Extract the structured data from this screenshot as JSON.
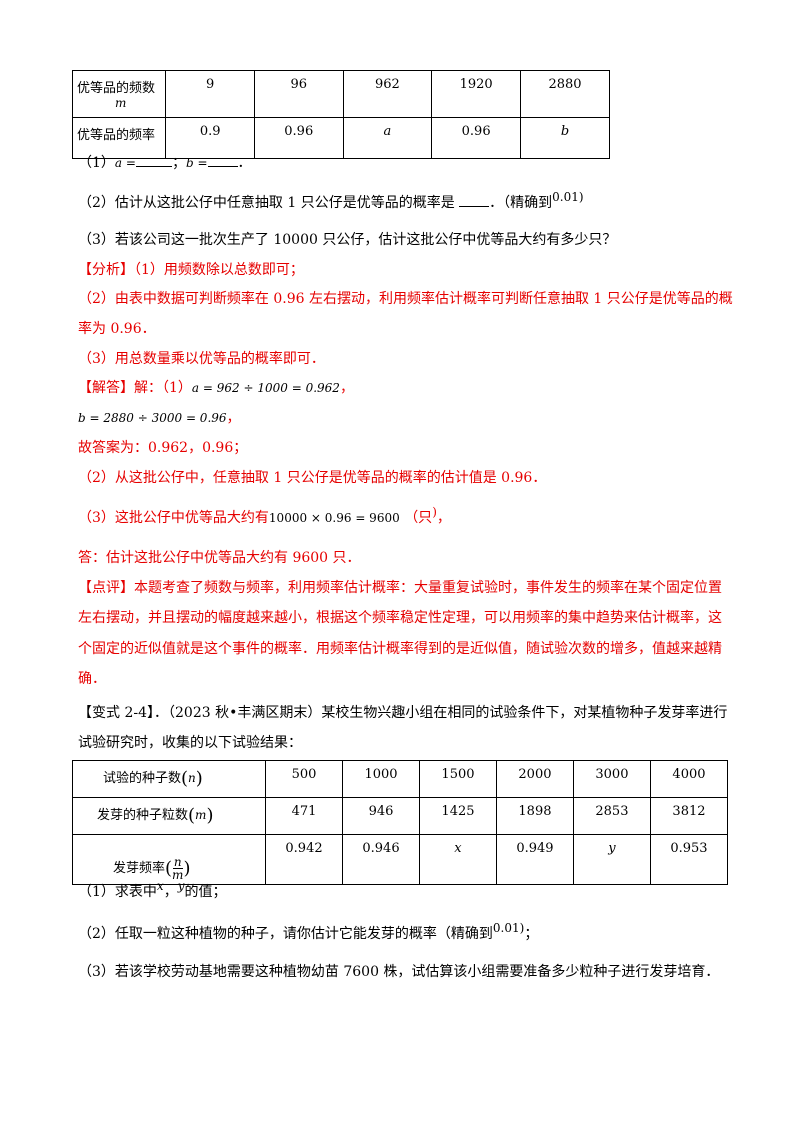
{
  "table1": {
    "rows": [
      {
        "label": "优等品的频数",
        "label_sub": "m",
        "cells": [
          "9",
          "96",
          "962",
          "1920",
          "2880"
        ]
      },
      {
        "label": "优等品的频率",
        "label_sub": "",
        "cells": [
          "0.9",
          "0.96",
          "a",
          "0.96",
          "b"
        ]
      }
    ]
  },
  "q1": {
    "num": "（1）",
    "a_eq": "a =",
    "sep": "；",
    "b_eq": "b =",
    "end": "．"
  },
  "q2": {
    "text": "（2）估计从这批公仔中任意抽取 1 只公仔是优等品的概率是",
    "end": "．（精确到",
    "precision": "0.01",
    "close": ")"
  },
  "q3": {
    "text": "（3）若该公司这一批次生产了 10000 只公仔，估计这批公仔中优等品大约有多少只？"
  },
  "analysis": {
    "tag": "【分析】",
    "line1": "（1）用频数除以总数即可；",
    "line2": "（2）由表中数据可判断频率在 0.96 左右摆动，利用频率估计概率可判断任意抽取 1 只公仔是优等品的概",
    "line3": "率为 0.96．",
    "line4": "（3）用总数量乘以优等品的概率即可．"
  },
  "solution": {
    "tag": "【解答】",
    "intro": "解：（1）",
    "eq_a": "a = 962 ÷ 1000 = 0.962",
    "comma1": "，",
    "eq_b": "b = 2880 ÷ 3000 = 0.96",
    "comma2": "，",
    "answer": "故答案为：0.962，0.96；",
    "part2": "（2）从这批公仔中，任意抽取 1 只公仔是优等品的概率的估计值是 0.96．",
    "part3_pre": "（3）这批公仔中优等品大约有",
    "part3_eq": "10000 × 0.96 = 9600",
    "part3_unit": "（只",
    "part3_close": ")",
    "part3_comma": "，",
    "final": "答：估计这批公仔中优等品大约有 9600 只．"
  },
  "comment": {
    "tag": "【点评】",
    "line1": "本题考查了频数与频率，利用频率估计概率：大量重复试验时，事件发生的频率在某个固定位置",
    "line2": "左右摆动，并且摆动的幅度越来越小，根据这个频率稳定性定理，可以用频率的集中趋势来估计概率，这",
    "line3": "个固定的近似值就是这个事件的概率．用频率估计概率得到的是近似值，随试验次数的增多，值越来越精",
    "line4": "确．"
  },
  "variant": {
    "tag": "【变式 2-4】",
    "line1": "．（2023 秋•丰满区期末）某校生物兴趣小组在相同的试验条件下，对某植物种子发芽率进行",
    "line2": "试验研究时，收集的以下试验结果："
  },
  "table2": {
    "rows": [
      {
        "label": "试验的种子数",
        "var": "n",
        "cells": [
          "500",
          "1000",
          "1500",
          "2000",
          "3000",
          "4000"
        ]
      },
      {
        "label": "发芽的种子粒数",
        "var": "m",
        "cells": [
          "471",
          "946",
          "1425",
          "1898",
          "2853",
          "3812"
        ]
      },
      {
        "label": "发芽频率",
        "frac_num": "n",
        "frac_den": "m",
        "cells": [
          "0.942",
          "0.946",
          "x",
          "0.949",
          "y",
          "0.953"
        ]
      }
    ]
  },
  "vq1": {
    "pre": "（1）求表中",
    "x": "x",
    "comma": "，",
    "y": "y",
    "post": "的值；"
  },
  "vq2": {
    "pre": "（2）任取一粒这种植物的种子，请你估计它能发芽的概率（精确到",
    "precision": "0.01",
    "close": ")",
    "end": "；"
  },
  "vq3": {
    "text": "（3）若该学校劳动基地需要这种植物幼苗 7600 株，试估算该小组需要准备多少粒种子进行发芽培育．"
  },
  "colors": {
    "red": "#e60000",
    "text": "#000000"
  }
}
